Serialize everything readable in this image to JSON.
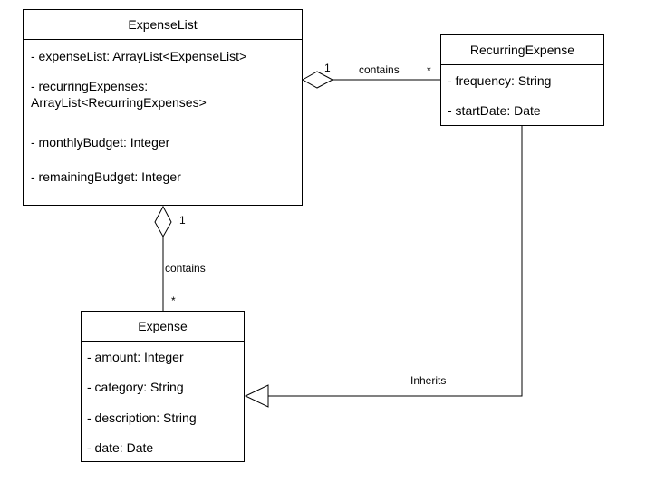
{
  "classes": {
    "expense_list": {
      "name": "ExpenseList",
      "attributes": [
        "- expenseList: ArrayList<ExpenseList>",
        "- recurringExpenses:",
        "ArrayList<RecurringExpenses>",
        "- monthlyBudget: Integer",
        "- remainingBudget: Integer"
      ]
    },
    "recurring_expense": {
      "name": "RecurringExpense",
      "attributes": [
        "- frequency: String",
        "- startDate: Date"
      ]
    },
    "expense": {
      "name": "Expense",
      "attributes": [
        "- amount: Integer",
        "- category: String",
        "- description: String",
        "- date: Date"
      ]
    }
  },
  "relations": {
    "list_to_recurring": {
      "label": "contains",
      "source_multiplicity": "1",
      "target_multiplicity": "*"
    },
    "list_to_expense": {
      "label": "contains",
      "source_multiplicity": "1",
      "target_multiplicity": "*"
    },
    "recurring_inherits_expense": {
      "label": "Inherits"
    }
  }
}
